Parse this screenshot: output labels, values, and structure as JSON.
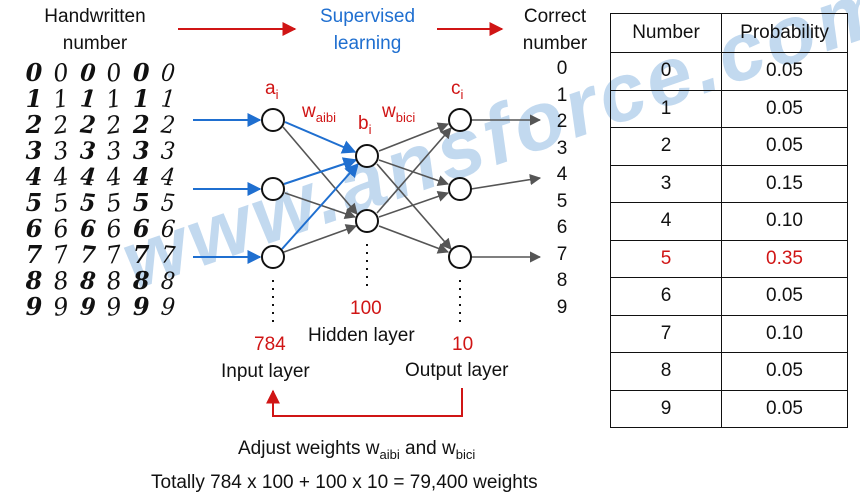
{
  "header": {
    "handwritten_line1": "Handwritten",
    "handwritten_line2": "number",
    "supervised_line1": "Supervised",
    "supervised_line2": "learning",
    "correct_line1": "Correct",
    "correct_line2": "number"
  },
  "digits": [
    [
      "0",
      "0",
      "0",
      "0",
      "0",
      "0"
    ],
    [
      "1",
      "1",
      "1",
      "1",
      "1",
      "1"
    ],
    [
      "2",
      "2",
      "2",
      "2",
      "2",
      "2"
    ],
    [
      "3",
      "3",
      "3",
      "3",
      "3",
      "3"
    ],
    [
      "4",
      "4",
      "4",
      "4",
      "4",
      "4"
    ],
    [
      "5",
      "5",
      "5",
      "5",
      "5",
      "5"
    ],
    [
      "6",
      "6",
      "6",
      "6",
      "6",
      "6"
    ],
    [
      "7",
      "7",
      "7",
      "7",
      "7",
      "7"
    ],
    [
      "8",
      "8",
      "8",
      "8",
      "8",
      "8"
    ],
    [
      "9",
      "9",
      "9",
      "9",
      "9",
      "9"
    ]
  ],
  "network": {
    "a_label": "a",
    "a_sub": "i",
    "b_label": "b",
    "b_sub": "i",
    "c_label": "c",
    "c_sub": "i",
    "w_ab_label": "w",
    "w_ab_sub": "aibi",
    "w_bc_label": "w",
    "w_bc_sub": "bici",
    "input_count": "784",
    "hidden_count": "100",
    "output_count": "10",
    "input_layer": "Input layer",
    "hidden_layer": "Hidden layer",
    "output_layer": "Output layer"
  },
  "correct_numbers": [
    "0",
    "1",
    "2",
    "3",
    "4",
    "5",
    "6",
    "7",
    "8",
    "9"
  ],
  "table": {
    "headers": [
      "Number",
      "Probability"
    ],
    "rows": [
      {
        "number": "0",
        "probability": "0.05"
      },
      {
        "number": "1",
        "probability": "0.05"
      },
      {
        "number": "2",
        "probability": "0.05"
      },
      {
        "number": "3",
        "probability": "0.15"
      },
      {
        "number": "4",
        "probability": "0.10"
      },
      {
        "number": "5",
        "probability": "0.35"
      },
      {
        "number": "6",
        "probability": "0.05"
      },
      {
        "number": "7",
        "probability": "0.10"
      },
      {
        "number": "8",
        "probability": "0.05"
      },
      {
        "number": "9",
        "probability": "0.05"
      }
    ],
    "highlight_row": 5
  },
  "footer": {
    "adjust_prefix": "Adjust weights w",
    "adjust_sub1": "aibi",
    "adjust_mid": " and w",
    "adjust_sub2": "bici",
    "totally": "Totally 784 x 100 + 100 x 10 = 79,400 weights"
  },
  "watermark": "www.ansforce.com",
  "colors": {
    "blue": "#1f6fd0",
    "red": "#d01515",
    "gray_arrow": "#555555"
  }
}
